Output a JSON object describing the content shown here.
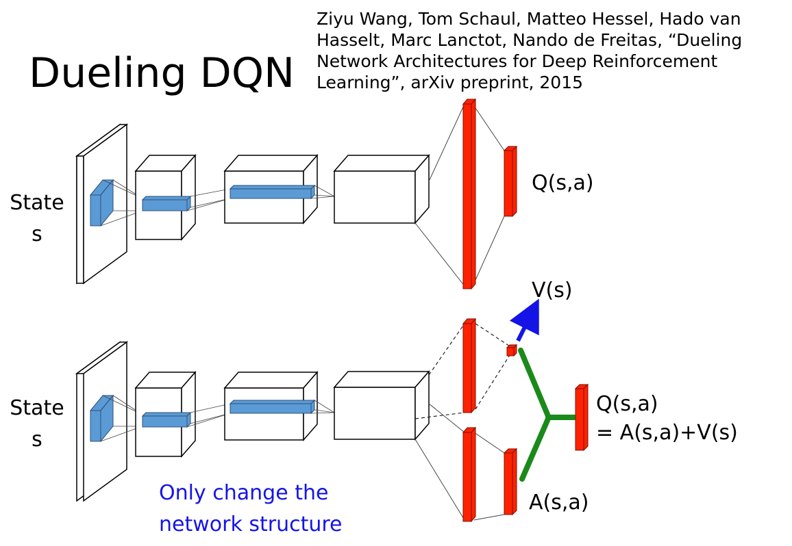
{
  "slide": {
    "title": "Dueling DQN",
    "citation": "Ziyu Wang, Tom Schaul, Matteo Hessel, Hado van Hasselt, Marc Lanctot, Nando de Freitas, “Dueling Network Architectures for Deep Reinforcement Learning”, arXiv preprint, 2015"
  },
  "top_network": {
    "input_label_line1": "State",
    "input_label_line2": "s",
    "output_label": "Q(s,a)"
  },
  "bottom_network": {
    "input_label_line1": "State",
    "input_label_line2": "s",
    "value_label": "V(s)",
    "advantage_label": "A(s,a)",
    "output_label_line1": "Q(s,a)",
    "output_label_line2": "= A(s,a)+V(s)"
  },
  "note": {
    "line1": "Only change the",
    "line2": "network structure"
  },
  "colors": {
    "filter": "#5b9bd5",
    "fc_layer": "#ff2200",
    "combine": "#1a8a1a",
    "value_arrow": "#1414e6",
    "note_text": "#1414e6"
  }
}
